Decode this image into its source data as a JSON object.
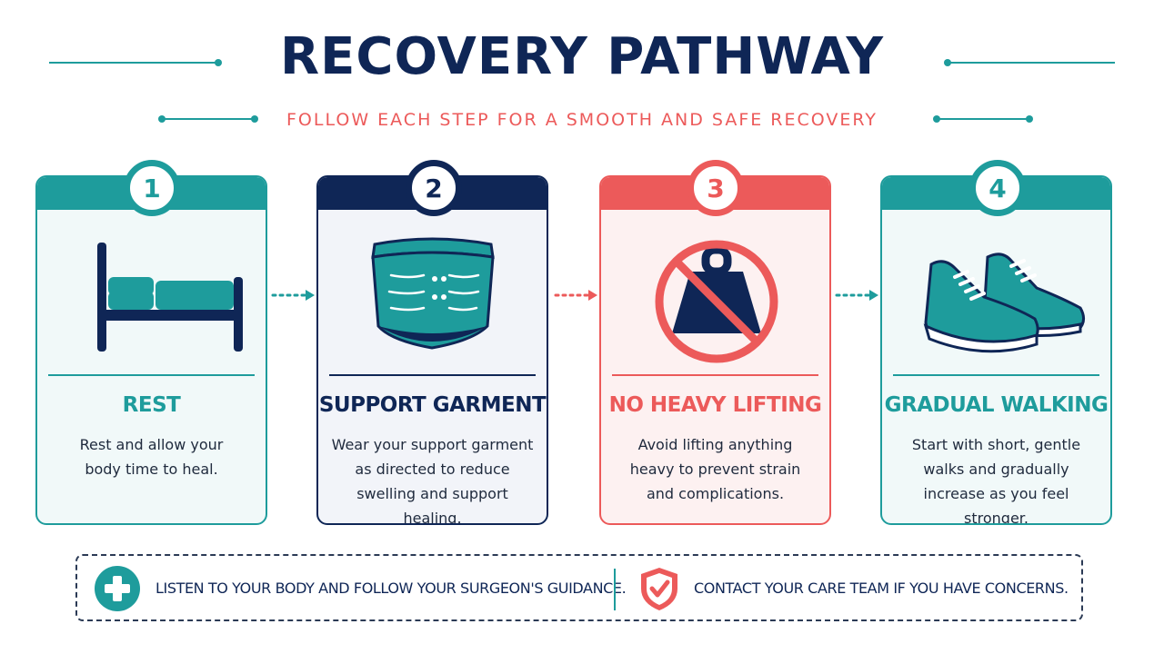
{
  "header": {
    "title": "RECOVERY PATHWAY",
    "subtitle": "FOLLOW EACH STEP FOR A SMOOTH AND SAFE RECOVERY"
  },
  "colors": {
    "teal": "#1e9c9c",
    "navy": "#0f2656",
    "red": "#ec5a5a",
    "teal_bg": "#f1f9f9",
    "navy_bg": "#f2f4f9",
    "red_bg": "#fdf1f1"
  },
  "steps": [
    {
      "number": "1",
      "title": "REST",
      "icon": "bed-icon",
      "description": "Rest and allow your body time to heal.",
      "color": "#1e9c9c",
      "bg": "#f1f9f9"
    },
    {
      "number": "2",
      "title": "SUPPORT GARMENT",
      "icon": "compression-garment-icon",
      "description": "Wear your support garment as directed to reduce swelling and support healing.",
      "color": "#0f2656",
      "bg": "#f2f4f9"
    },
    {
      "number": "3",
      "title": "NO HEAVY LIFTING",
      "icon": "no-weight-icon",
      "description": "Avoid lifting anything heavy to prevent strain and complications.",
      "color": "#ec5a5a",
      "bg": "#fdf1f1"
    },
    {
      "number": "4",
      "title": "GRADUAL WALKING",
      "icon": "sneakers-icon",
      "description": "Start with short, gentle walks and gradually increase as you feel stronger.",
      "color": "#1e9c9c",
      "bg": "#f1f9f9"
    }
  ],
  "footer": {
    "left_text": "LISTEN TO YOUR BODY AND FOLLOW YOUR SURGEON'S GUIDANCE.",
    "left_icon": "medical-cross-icon",
    "right_text": "CONTACT YOUR CARE TEAM IF YOU HAVE CONCERNS.",
    "right_icon": "shield-check-icon"
  }
}
